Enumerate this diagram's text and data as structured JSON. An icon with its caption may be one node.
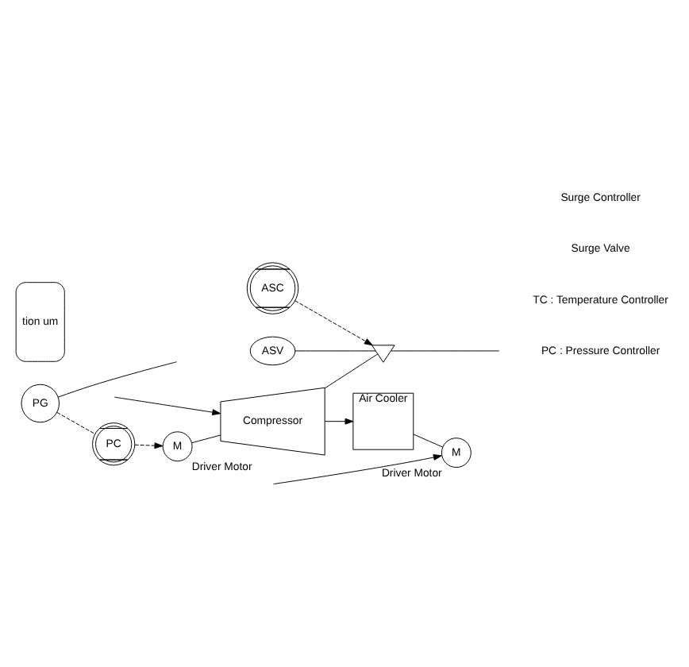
{
  "diagram": {
    "nodes": [
      {
        "text": [
          "ASC"
        ]
      },
      {
        "text": [],
        "shape": "valve"
      },
      {
        "text": [
          "ASV"
        ]
      },
      {
        "text": [
          "PC"
        ]
      },
      {
        "text": [
          "PG"
        ]
      },
      {
        "text": [
          "Air Cooler"
        ]
      },
      {
        "text": [
          "M"
        ],
        "beside": [
          "Driver Motor"
        ]
      },
      {
        "text": [
          "Compressor"
        ]
      },
      {
        "text": [
          "tion um"
        ]
      },
      {
        "text": [
          "M"
        ],
        "beside": [
          "Driver Motor"
        ]
      }
    ],
    "edges": [
      {
        "from": 0,
        "to": 1,
        "arrow": "to",
        "style": "dashed"
      },
      {
        "from": 2,
        "to": 1,
        "arrow": "none"
      },
      {
        "from": 1,
        "to": null,
        "arrow": "none"
      },
      {
        "from": 7,
        "to": 1,
        "arrow": "none"
      },
      {
        "from": null,
        "to": 7,
        "arrow": "to"
      },
      {
        "from": 7,
        "to": 5,
        "arrow": "to"
      },
      {
        "from": 4,
        "to": 3,
        "arrow": "none",
        "style": "dashed"
      },
      {
        "from": 3,
        "to": 6,
        "arrow": "to",
        "style": "dashed"
      },
      {
        "from": 4,
        "to": null,
        "arrow": "none"
      },
      {
        "from": 6,
        "to": 7,
        "arrow": "none"
      },
      {
        "from": 5,
        "to": 9,
        "arrow": "none"
      },
      {
        "from": null,
        "to": 9,
        "arrow": "to"
      }
    ],
    "labels": [
      "Surge Controller",
      "Surge Valve",
      "TC : Temperature Controller",
      "PC : Pressure Controller"
    ]
  }
}
